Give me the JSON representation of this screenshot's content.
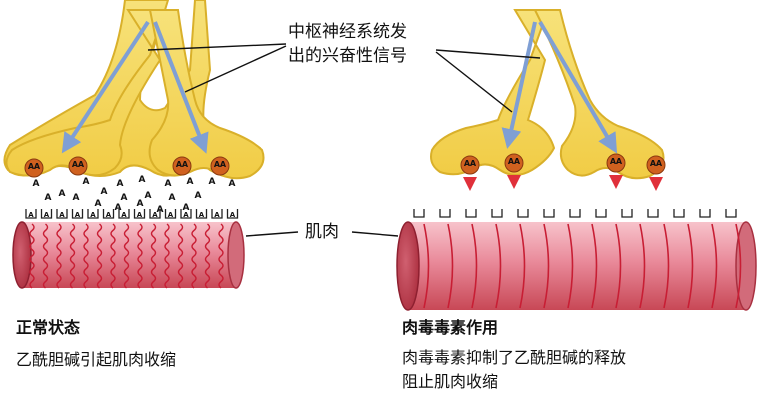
{
  "labels": {
    "signal_line1": "中枢神经系统发",
    "signal_line2": "出的兴奋性信号",
    "muscle": "肌肉",
    "acetylcholine_symbol": "A"
  },
  "panels": [
    {
      "id": "normal",
      "title": "正常状态",
      "description": "乙酰胆碱引起肌肉收缩"
    },
    {
      "id": "toxin",
      "title": "肉毒毒素作用",
      "description_line1": "肉毒毒素抑制了乙酰胆碱的释放",
      "description_line2": "阻止肌肉收缩"
    }
  ],
  "colors": {
    "nerve_fill": "#f5d75a",
    "nerve_edge": "#d9b02a",
    "signal_arrow": "#7f9fd4",
    "vesicle": "#d0611f",
    "toxin_wedge": "#e0303a",
    "muscle_light": "#e88a9a",
    "muscle_dark": "#b8323e",
    "muscle_fiber": "#c81e34"
  }
}
